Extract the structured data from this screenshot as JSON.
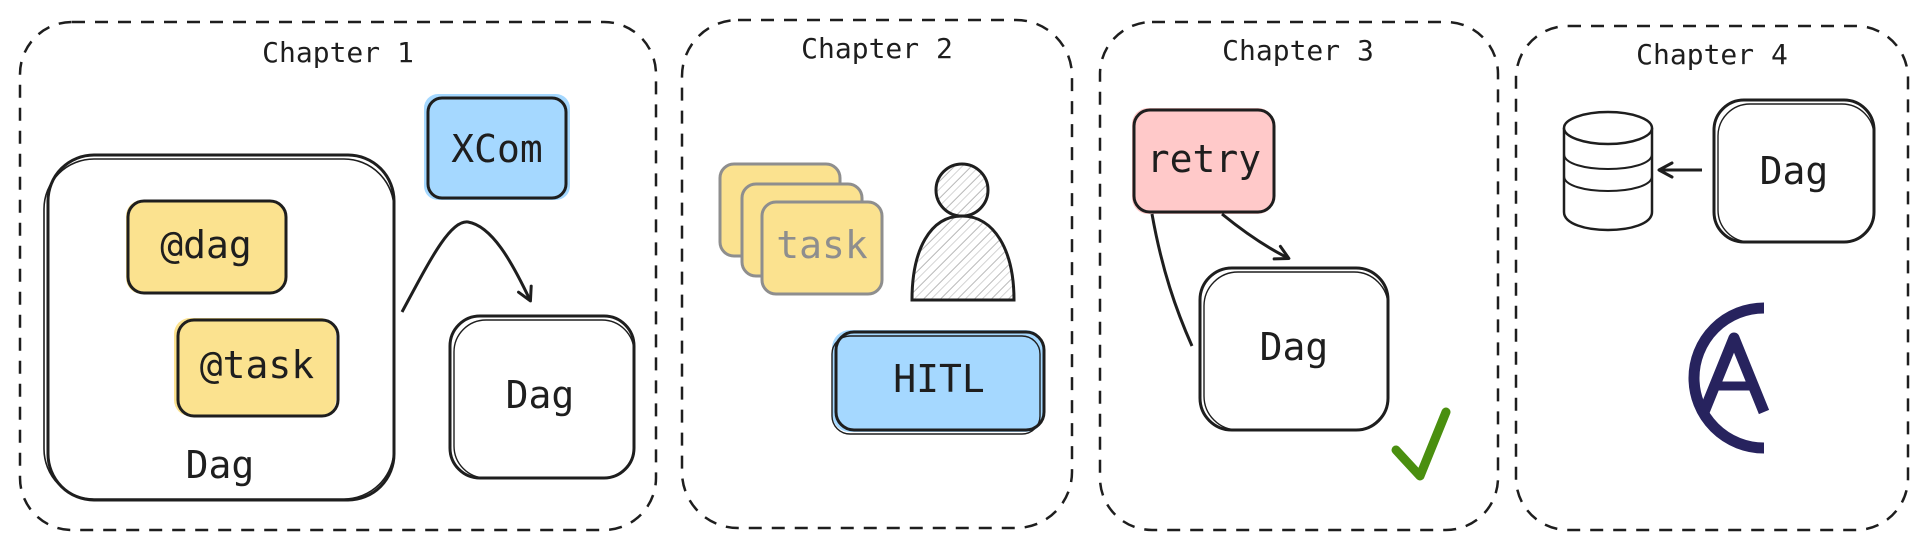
{
  "chapters": [
    {
      "title": "Chapter 1"
    },
    {
      "title": "Chapter 2"
    },
    {
      "title": "Chapter 3"
    },
    {
      "title": "Chapter 4"
    }
  ],
  "ch1": {
    "dag_decorator": "@dag",
    "task_decorator": "@task",
    "outer_dag": "Dag",
    "xcom": "XCom",
    "dag": "Dag"
  },
  "ch2": {
    "task": "task",
    "hitl": "HITL"
  },
  "ch3": {
    "retry": "retry",
    "dag": "Dag"
  },
  "ch4": {
    "dag": "Dag"
  },
  "colors": {
    "yellow": "#fbe28f",
    "blue": "#a5d8ff",
    "pink": "#ffc9c9",
    "green": "#4a8f0f",
    "navy": "#27235e",
    "ink": "#1e1e1e"
  }
}
